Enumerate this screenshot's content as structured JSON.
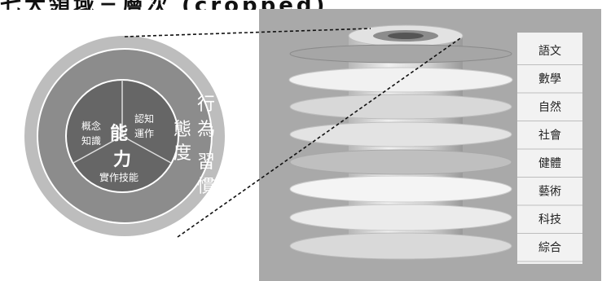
{
  "top_text": "七大領域三層次 (cropped)",
  "core": {
    "ability": "能力",
    "concept_knowledge": "概念知識",
    "cognitive_operation": "認知運作",
    "practical_skill": "實作技能"
  },
  "ring_attitude": "態度",
  "ring_habit": "行為習慣",
  "subjects": [
    "語文",
    "數學",
    "自然",
    "社會",
    "健體",
    "藝術",
    "科技",
    "綜合"
  ],
  "colors": {
    "outer_ring": "#bdbdbd",
    "middle_ring": "#8c8c8c",
    "core": "#666666",
    "panel_bg": "#a9a9a9",
    "label_bg": "#f2f2f2"
  }
}
